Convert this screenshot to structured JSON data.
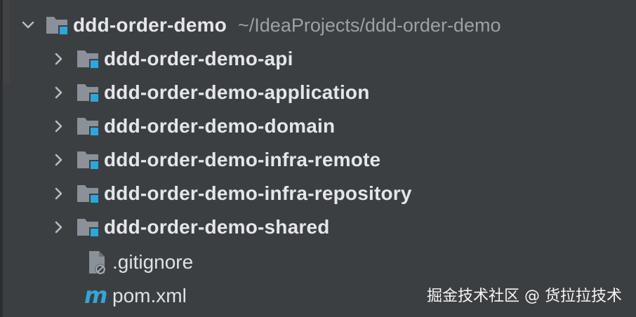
{
  "project_tree": {
    "root": {
      "name": "ddd-order-demo",
      "path": "~/IdeaProjects/ddd-order-demo",
      "expanded": true,
      "icon": "module-folder-icon"
    },
    "modules": [
      {
        "name": "ddd-order-demo-api",
        "icon": "module-folder-icon"
      },
      {
        "name": "ddd-order-demo-application",
        "icon": "module-folder-icon"
      },
      {
        "name": "ddd-order-demo-domain",
        "icon": "module-folder-icon"
      },
      {
        "name": "ddd-order-demo-infra-remote",
        "icon": "module-folder-icon"
      },
      {
        "name": "ddd-order-demo-infra-repository",
        "icon": "module-folder-icon"
      },
      {
        "name": "ddd-order-demo-shared",
        "icon": "module-folder-icon"
      }
    ],
    "files": [
      {
        "name": ".gitignore",
        "icon": "ignored-file-icon"
      },
      {
        "name": "pom.xml",
        "icon": "maven-icon"
      }
    ]
  },
  "watermark": "掘金技术社区 @ 货拉拉技术",
  "colors": {
    "background": "#3c3f41",
    "folder_gray": "#8a9199",
    "module_accent": "#29a8e0",
    "maven_blue": "#2fa7d9",
    "text": "#dfe1e5",
    "path_text": "#9da0a5"
  }
}
